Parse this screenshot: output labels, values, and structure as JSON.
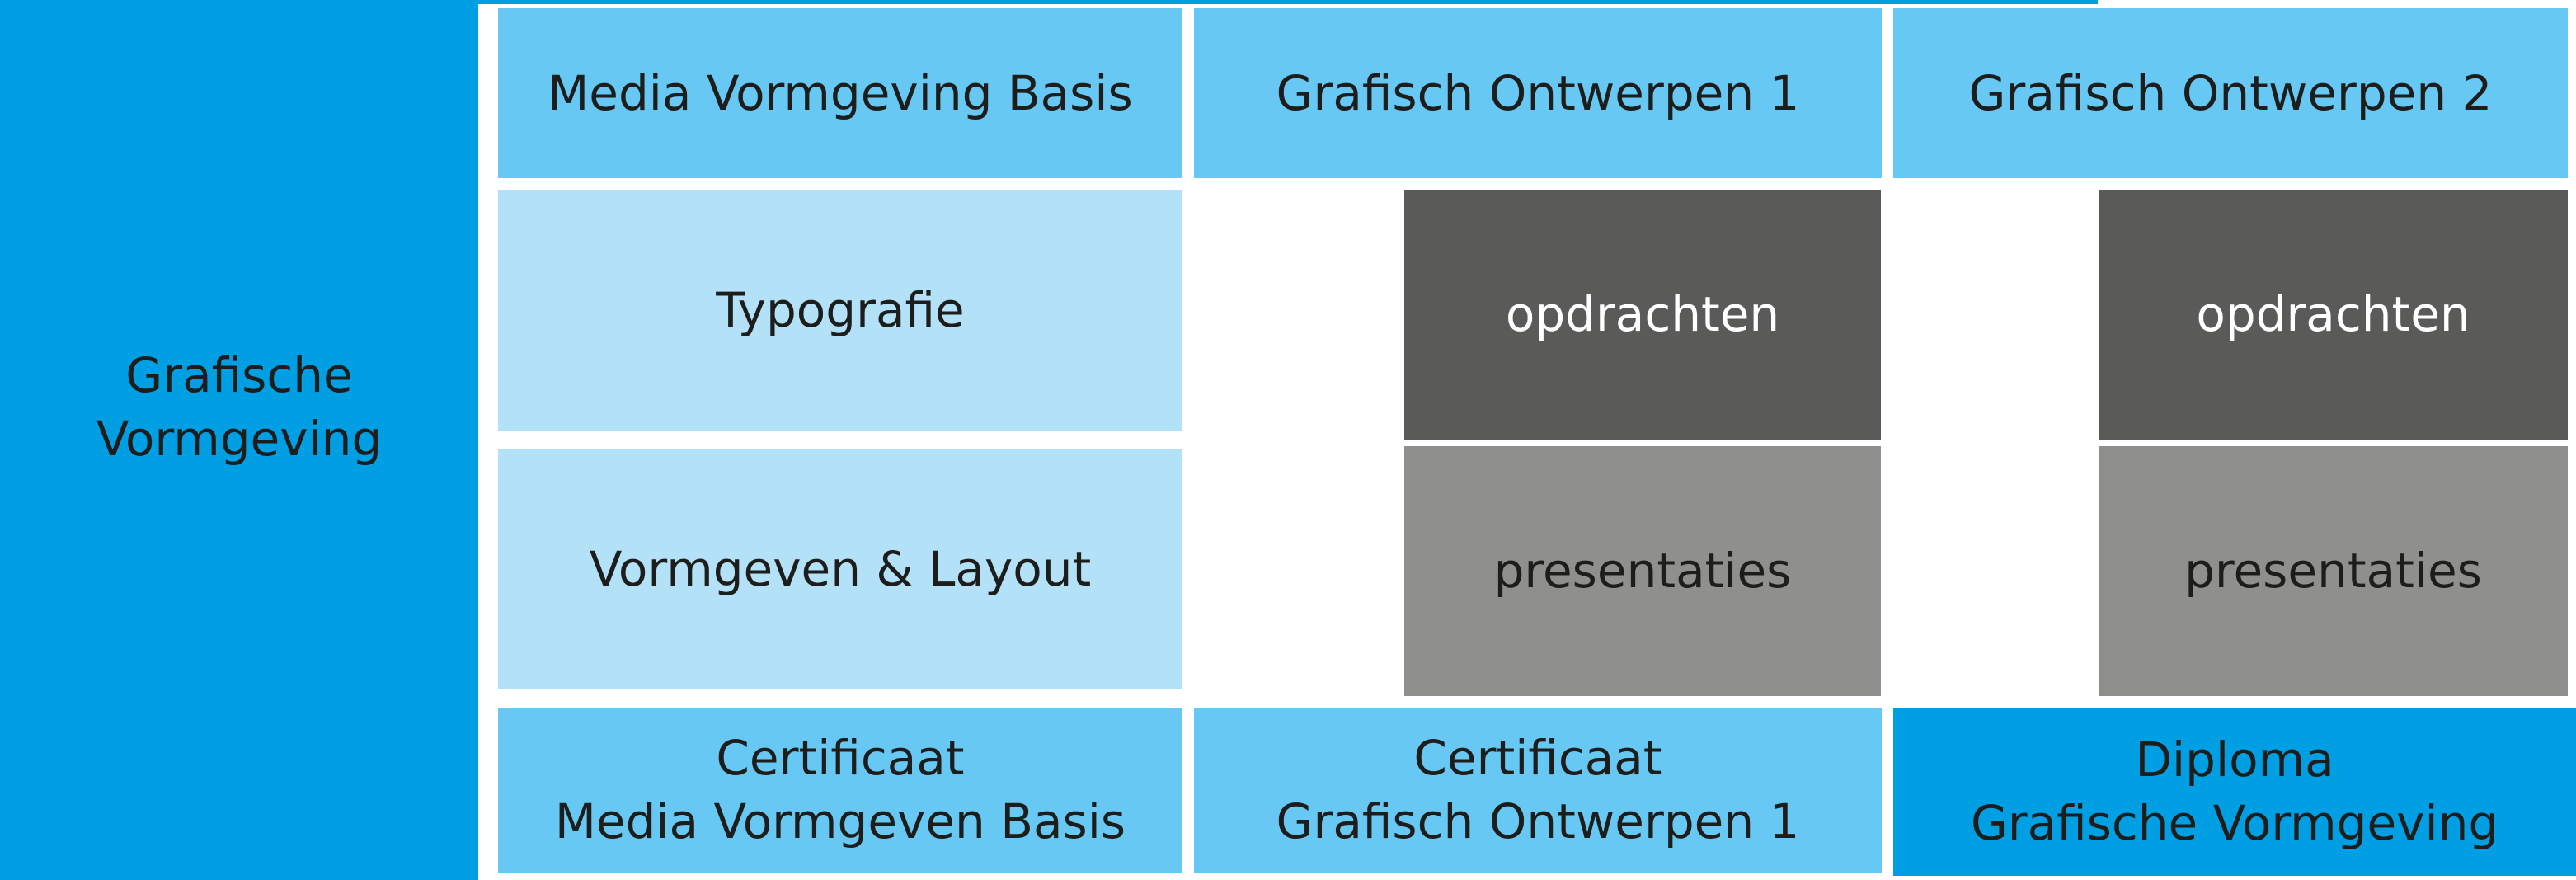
{
  "side": {
    "line1": "Grafische",
    "line2": "Vormgeving"
  },
  "headers": {
    "col1": "Media Vormgeving Basis",
    "col2": "Grafisch Ontwerpen 1",
    "col3": "Grafisch Ontwerpen 2"
  },
  "modules": {
    "typografie": "Typografie",
    "layout": "Vormgeven & Layout"
  },
  "activities": {
    "col2_opdrachten": "opdrachten",
    "col2_presentaties": "presentaties",
    "col3_opdrachten": "opdrachten",
    "col3_presentaties": "presentaties"
  },
  "results": {
    "cert1_line1": "Certificaat",
    "cert1_line2": "Media Vormgeven Basis",
    "cert2_line1": "Certificaat",
    "cert2_line2": "Grafisch Ontwerpen 1",
    "diploma_line1": "Diploma",
    "diploma_line2": "Grafische Vormgeving"
  },
  "colors": {
    "primary_blue": "#009fe3",
    "header_blue": "#67c8f4",
    "light_blue": "#b3e1f8",
    "dark_grey": "#5a5a59",
    "mid_grey": "#8f8f8d"
  }
}
